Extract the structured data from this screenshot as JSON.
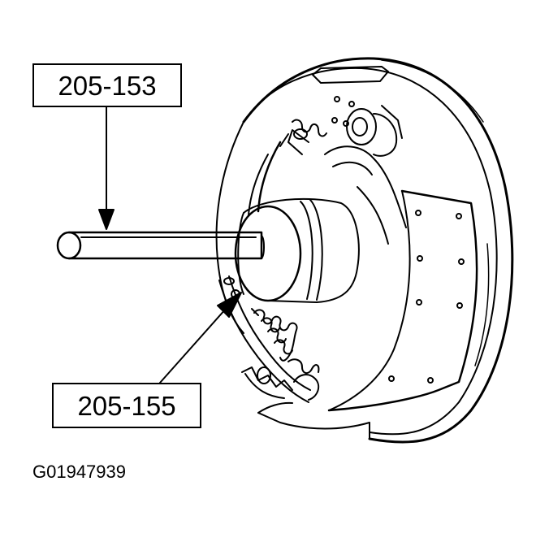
{
  "callouts": {
    "tool_1": "205-153",
    "tool_2": "205-155"
  },
  "figure_id": "G01947939"
}
